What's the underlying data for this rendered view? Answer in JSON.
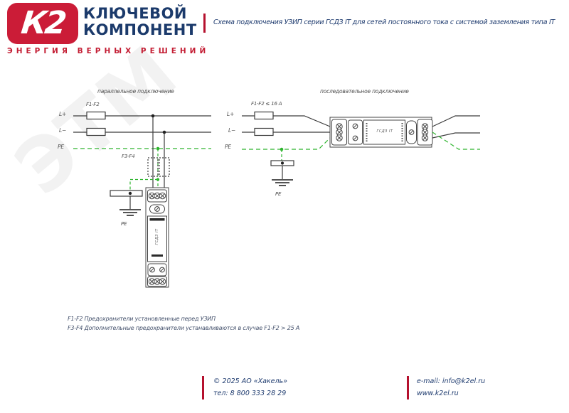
{
  "header": {
    "logo": "К2",
    "brand_line1": "КЛЮЧЕВОЙ",
    "brand_line2": "КОМПОНЕНТ",
    "tagline": "ЭНЕРГИЯ ВЕРНЫХ РЕШЕНИЙ",
    "doc_title": "Схема подключения УЗИП серии ГСДЗ IT для сетей постоянного тока с системой заземления  типа IT"
  },
  "watermark": "ЭТМ",
  "diagrams": {
    "parallel": {
      "title": "параллельное подключение",
      "fuse_label": "F1-F2",
      "aux_fuse_label": "F3-F4",
      "line_labels": [
        "L+",
        "L−",
        "PE"
      ],
      "earth_label": "PE",
      "device_text": "ГСДЗ IT"
    },
    "serial": {
      "title": "последовательное подключение",
      "fuse_label": "F1-F2 ≤ 16 А",
      "line_labels": [
        "L+",
        "L−",
        "PE"
      ],
      "earth_label": "PE",
      "device_text": "ГСДЗ IT"
    }
  },
  "notes": {
    "line1": "F1-F2 Предохранители установленные перед УЗИП",
    "line2": "F3-F4 Дополнительные предохранители устанавливаются в случае F1-F2 > 25 А"
  },
  "footer": {
    "copyright": "©  2025 АО «Хакель»",
    "phone": "тел: 8 800 333 28 29",
    "email": "e-mail: info@k2el.ru",
    "website": "www.k2el.ru"
  },
  "colors": {
    "brand_red": "#cb1c37",
    "navy": "#1b3a6b",
    "wire": "#3c3c3c",
    "pe_green": "#2fb52f"
  }
}
